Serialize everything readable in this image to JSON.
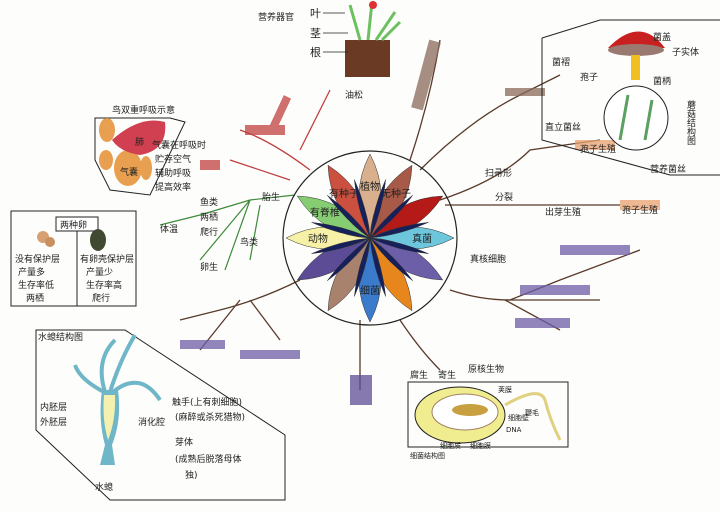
{
  "center_wheel": {
    "petals": [
      {
        "label": "植物",
        "color": "#d8b08e"
      },
      {
        "label": "无种子",
        "color": "#a85a48"
      },
      {
        "label": "",
        "color": "#b41a18"
      },
      {
        "label": "真菌",
        "color": "#6ec6dc"
      },
      {
        "label": "",
        "color": "#6d5ea8"
      },
      {
        "label": "",
        "color": "#e8861e"
      },
      {
        "label": "细菌",
        "color": "#3b7bcc"
      },
      {
        "label": "",
        "color": "#a8826c"
      },
      {
        "label": "",
        "color": "#5c4c96"
      },
      {
        "label": "动物",
        "color": "#f6f1a6"
      },
      {
        "label": "有脊椎",
        "color": "#86cc72"
      },
      {
        "label": "有种子",
        "color": "#cc5040"
      }
    ],
    "star_color": "#16205a"
  },
  "plant": {
    "bracket_label": "营养器官",
    "parts": [
      "叶",
      "茎",
      "根"
    ]
  },
  "mushroom": {
    "labels": {
      "cap": "菌盖",
      "stalk": "菌柄",
      "fruiting_body": "子实体",
      "gills": "菌褶",
      "spores": "孢子",
      "aerial_hyphae": "直立菌丝",
      "vegetative_hyphae": "营养菌丝",
      "side_note": "蘑菇结构图"
    }
  },
  "branches": {
    "top_label": "油松",
    "right_labels": [
      "孢子生殖",
      "扫帚形",
      "分裂",
      "出芽生殖",
      "孢子生殖"
    ],
    "right_center": "真核细胞",
    "left_labels": [
      "胎生",
      "鱼类",
      "两栖",
      "爬行",
      "鸟类",
      "体温",
      "卵生"
    ]
  },
  "lungs": {
    "title": "鸟双重呼吸示意",
    "organs": [
      "肺",
      "气囊"
    ],
    "note": [
      "气囊在呼吸时",
      "贮存空气",
      "辅助呼吸",
      "提高效率"
    ]
  },
  "eggs": {
    "title": "两种卵",
    "left": [
      "没有保护层",
      "产量多",
      "生存率低",
      "两栖"
    ],
    "right": [
      "有卵壳保护层",
      "产量少",
      "生存率高",
      "爬行"
    ]
  },
  "hydra": {
    "title": "水螅结构图",
    "labels": {
      "endoderm": "内胚层",
      "ectoderm": "外胚层",
      "cavity": "消化腔",
      "tentacle": "触手(上有刺细胞)",
      "tentacle_note": "(麻醉或杀死猎物)",
      "bud": "芽体",
      "bud_note": "(成熟后脱落母体",
      "bud_note2": "独)",
      "name": "水螅"
    }
  },
  "bacteria": {
    "title": "细菌结构图",
    "top_labels": [
      "腐生",
      "寄生",
      "原核生物"
    ],
    "labels": {
      "capsule": "荚膜",
      "wall": "细胞壁",
      "dna": "DNA",
      "flagellum": "鞭毛",
      "cytoplasm": "细胞质",
      "membrane": "细胞膜"
    }
  }
}
